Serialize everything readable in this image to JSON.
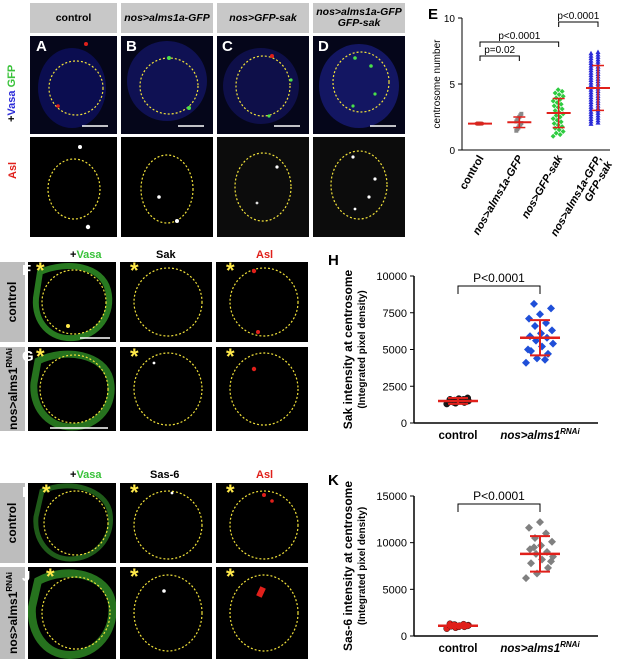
{
  "top_headers": [
    {
      "label": "control"
    },
    {
      "label": "nos>alms1a-GFP"
    },
    {
      "label": "nos>GFP-sak"
    },
    {
      "label": "nos>alms1a-GFP\nGFP-sak"
    }
  ],
  "top_channel_left": {
    "prefix": "+",
    "vasa": "Vasa",
    "gfp": "GFP"
  },
  "top_channel_asl": "Asl",
  "panel_letters_top": [
    "A",
    "B",
    "C",
    "D"
  ],
  "panel_E": {
    "letter": "E",
    "chart_data": {
      "type": "scatter",
      "ylabel": "centrosome number",
      "ylim": [
        0,
        10
      ],
      "yticks": [
        0,
        5,
        10
      ],
      "categories": [
        "control",
        "nos>alms1a-GFP",
        "nos>GFP-sak",
        "nos>alms1a-GFP,\nGFP-sak"
      ],
      "means": [
        2.0,
        2.1,
        2.8,
        4.7
      ],
      "sd": [
        0.0,
        0.4,
        1.1,
        1.7
      ],
      "colors": [
        "#c0392b",
        "#888888",
        "#2ecc40",
        "#2b2bd8"
      ],
      "annotations": [
        {
          "text": "p=0.02",
          "from": 0,
          "to": 1
        },
        {
          "text": "p<0.0001",
          "from": 0,
          "to": 2
        },
        {
          "text": "p<0.0001",
          "from": 2,
          "to": 3
        }
      ]
    }
  },
  "mid": {
    "col_headers": {
      "prefix": "+",
      "vasa": "Vasa",
      "sak": "Sak",
      "asl": "Asl"
    },
    "rows": [
      {
        "letter": "F",
        "label": "control"
      },
      {
        "letter": "G",
        "label": "nos>alms1",
        "sup": "RNAi"
      }
    ]
  },
  "panel_H": {
    "letter": "H",
    "chart_data": {
      "type": "scatter",
      "ylabel": "Sak intensity at centrosome",
      "ylabel2": "(Integrated pixel density)",
      "ylim": [
        0,
        10000
      ],
      "yticks": [
        0,
        2500,
        5000,
        7500,
        10000
      ],
      "categories": [
        "control",
        "nos>alms1"
      ],
      "cat_sup": [
        "",
        "RNAi"
      ],
      "means": [
        1500,
        5800
      ],
      "sd": [
        200,
        1200
      ],
      "colors": [
        "#e0201b",
        "#1f4fd8"
      ],
      "annotation": "P<0.0001",
      "points": [
        [
          1300,
          1350,
          1400,
          1450,
          1500,
          1500,
          1550,
          1600,
          1600,
          1650,
          1700,
          1400,
          1550,
          1450,
          1500
        ],
        [
          4100,
          4400,
          4700,
          4900,
          5200,
          5400,
          5600,
          5800,
          5900,
          6100,
          6300,
          6600,
          6800,
          7100,
          7400,
          7800,
          8100,
          4300,
          5000
        ]
      ]
    }
  },
  "bottom": {
    "col_headers": {
      "prefix": "+",
      "vasa": "Vasa",
      "sas": "Sas-6",
      "asl": "Asl"
    },
    "rows": [
      {
        "letter": "I",
        "label": "control"
      },
      {
        "letter": "J",
        "label": "nos>alms1",
        "sup": "RNAi"
      }
    ]
  },
  "panel_K": {
    "letter": "K",
    "chart_data": {
      "type": "scatter",
      "ylabel": "Sas-6 intensity at centrosome",
      "ylabel2": "(Integrated pixel density)",
      "ylim": [
        0,
        15000
      ],
      "yticks": [
        0,
        5000,
        10000,
        15000
      ],
      "categories": [
        "control",
        "nos>alms1"
      ],
      "cat_sup": [
        "",
        "RNAi"
      ],
      "means": [
        1100,
        8800
      ],
      "sd": [
        200,
        1900
      ],
      "colors": [
        "#e0201b",
        "#808080"
      ],
      "annotation": "P<0.0001",
      "points": [
        [
          800,
          900,
          1000,
          1050,
          1100,
          1150,
          1200,
          1250,
          1300,
          1000,
          1100,
          1200
        ],
        [
          6200,
          6700,
          7300,
          7800,
          8200,
          8500,
          8800,
          9000,
          9300,
          9700,
          10100,
          10500,
          11000,
          11600,
          12200,
          8000,
          9500
        ]
      ]
    }
  }
}
